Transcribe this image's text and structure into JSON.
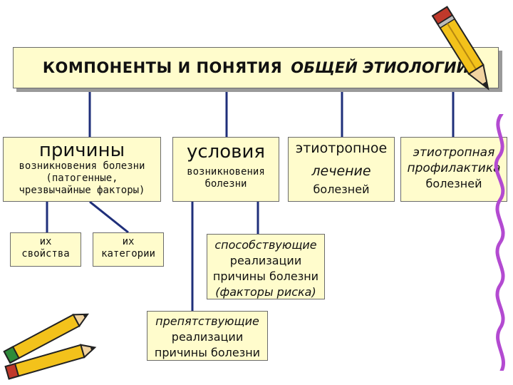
{
  "title": {
    "part1": "КОМПОНЕНТЫ И ПОНЯТИЯ",
    "part2": "ОБЩЕЙ ЭТИОЛОГИИ"
  },
  "causes": {
    "heading": "причины",
    "line1": "возникновения болезни",
    "line2": "(патогенные,",
    "line3": "чрезвычайные факторы)"
  },
  "properties": {
    "line1": "их",
    "line2": "свойства"
  },
  "categories": {
    "line1": "их",
    "line2": "категории"
  },
  "conditions": {
    "heading": "условия",
    "line1": "возникновения",
    "line2": "болезни"
  },
  "promoting": {
    "line1": "способствующие",
    "line2": "реализации",
    "line3": "причины болезни",
    "line4": "(факторы риска)"
  },
  "hindering": {
    "line1": "препятствующие",
    "line2": "реализации",
    "line3": "причины болезни"
  },
  "treatment": {
    "line1": "этиотропное",
    "line2": "лечение",
    "line3": "болезней"
  },
  "prevention": {
    "line1": "этиотропная",
    "line2": "профилактика",
    "line3": "болезней"
  },
  "colors": {
    "box_fill": "#fffccc",
    "line": "#1f2f7a",
    "shadow": "#9a9a9a"
  }
}
